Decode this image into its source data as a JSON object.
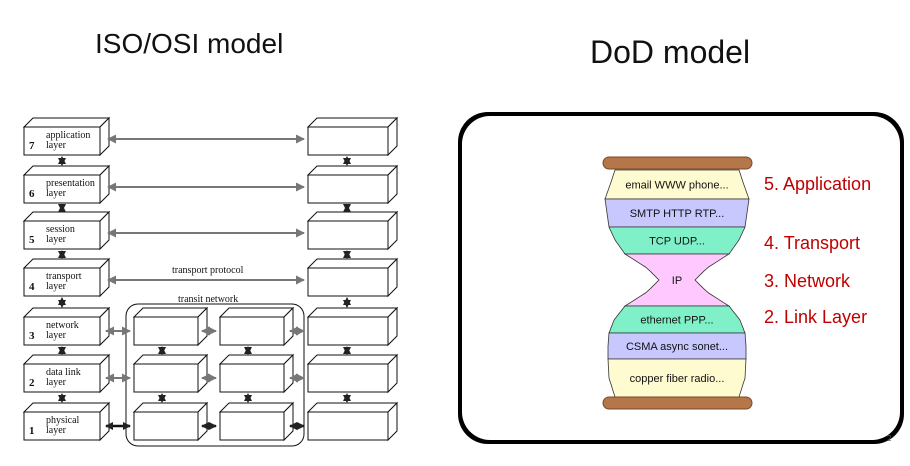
{
  "titles": {
    "osi": "ISO/OSI model",
    "dod": "DoD model"
  },
  "osi": {
    "layers": [
      {
        "num": "7",
        "l1": "application",
        "l2": "layer"
      },
      {
        "num": "6",
        "l1": "presentation",
        "l2": "layer"
      },
      {
        "num": "5",
        "l1": "session",
        "l2": "layer"
      },
      {
        "num": "4",
        "l1": "transport",
        "l2": "layer"
      },
      {
        "num": "3",
        "l1": "network",
        "l2": "layer"
      },
      {
        "num": "2",
        "l1": "data link",
        "l2": "layer"
      },
      {
        "num": "1",
        "l1": "physical",
        "l2": "layer"
      }
    ],
    "transport_protocol": "transport protocol",
    "transit_network": "transit network"
  },
  "dod": {
    "hourglass_bands": [
      {
        "text": "email  WWW  phone...",
        "color": "#fffbd0"
      },
      {
        "text": "SMTP  HTTP  RTP...",
        "color": "#c8c8ff"
      },
      {
        "text": "TCP  UDP...",
        "color": "#80f0c8"
      },
      {
        "text": "IP",
        "color": "#ffc8ff"
      },
      {
        "text": "ethernet  PPP...",
        "color": "#80f0c8"
      },
      {
        "text": "CSMA  async  sonet...",
        "color": "#c8c8ff"
      },
      {
        "text": "copper  fiber  radio...",
        "color": "#fffbd0"
      }
    ],
    "labels": [
      "5. Application",
      "4. Transport",
      "3. Network",
      "2. Link Layer"
    ],
    "page_number": "2"
  }
}
